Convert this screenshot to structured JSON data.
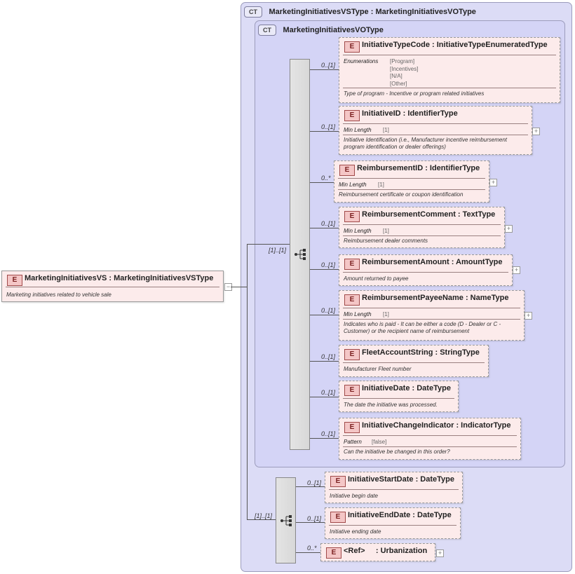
{
  "ct_outer": {
    "badge": "CT",
    "title": "MarketingInitiativesVSType : MarketingInitiativesVOType"
  },
  "ct_inner": {
    "badge": "CT",
    "title": "MarketingInitiativesVOType"
  },
  "root": {
    "badge": "E",
    "title": "MarketingInitiativesVS : MarketingInitiativesVSType",
    "description": "Marketing initiatives related to vehicle sale"
  },
  "sequence1": {
    "cardinality": "[1]..[1]"
  },
  "sequence2": {
    "cardinality": "[1]..[1]"
  },
  "elements": [
    {
      "badge": "E",
      "title": "InitiativeTypeCode : InitiativeTypeEnumeratedType",
      "cardinality": "0..[1]",
      "facet_label": "Enumerations",
      "facet_values": [
        "[Program]",
        "[Incentives]",
        "[N/A]",
        "[Other]"
      ],
      "description": "Type of program - Incentive or program related initiatives"
    },
    {
      "badge": "E",
      "title": "InitiativeID : IdentifierType",
      "cardinality": "0..[1]",
      "facet_label": "Min Length",
      "facet_value": "[1]",
      "description": "Initiative Identification (i.e., Manufacturer incentive reimbursement program identification or dealer offerings)"
    },
    {
      "badge": "E",
      "title": "ReimbursementID : IdentifierType",
      "cardinality": "0..*",
      "facet_label": "Min Length",
      "facet_value": "[1]",
      "description": "Reimbursement certificate or coupon identification"
    },
    {
      "badge": "E",
      "title": "ReimbursementComment : TextType",
      "cardinality": "0..[1]",
      "facet_label": "Min Length",
      "facet_value": "[1]",
      "description": "Reimbursement dealer comments"
    },
    {
      "badge": "E",
      "title": "ReimbursementAmount : AmountType",
      "cardinality": "0..[1]",
      "description": "Amount returned to payee"
    },
    {
      "badge": "E",
      "title": "ReimbursementPayeeName : NameType",
      "cardinality": "0..[1]",
      "facet_label": "Min Length",
      "facet_value": "[1]",
      "description": "Indicates who is paid - It can be either a code (D - Dealer or C - Customer) or the recipient name of reimbursement"
    },
    {
      "badge": "E",
      "title": "FleetAccountString : StringType",
      "cardinality": "0..[1]",
      "description": "Manufacturer Fleet number"
    },
    {
      "badge": "E",
      "title": "InitiativeDate : DateType",
      "cardinality": "0..[1]",
      "description": "The date the initiative was processed."
    },
    {
      "badge": "E",
      "title": "InitiativeChangeIndicator : IndicatorType",
      "cardinality": "0..[1]",
      "facet_label": "Pattern",
      "facet_value": "[false]",
      "description": "Can the initiative be changed in this order?"
    },
    {
      "badge": "E",
      "title": "InitiativeStartDate : DateType",
      "cardinality": "0..[1]",
      "description": "Initiative begin date"
    },
    {
      "badge": "E",
      "title": "InitiativeEndDate : DateType",
      "cardinality": "0..[1]",
      "description": "Initiative ending date"
    },
    {
      "badge": "E",
      "title": "<Ref>     : Urbanization",
      "cardinality": "0..*"
    }
  ]
}
